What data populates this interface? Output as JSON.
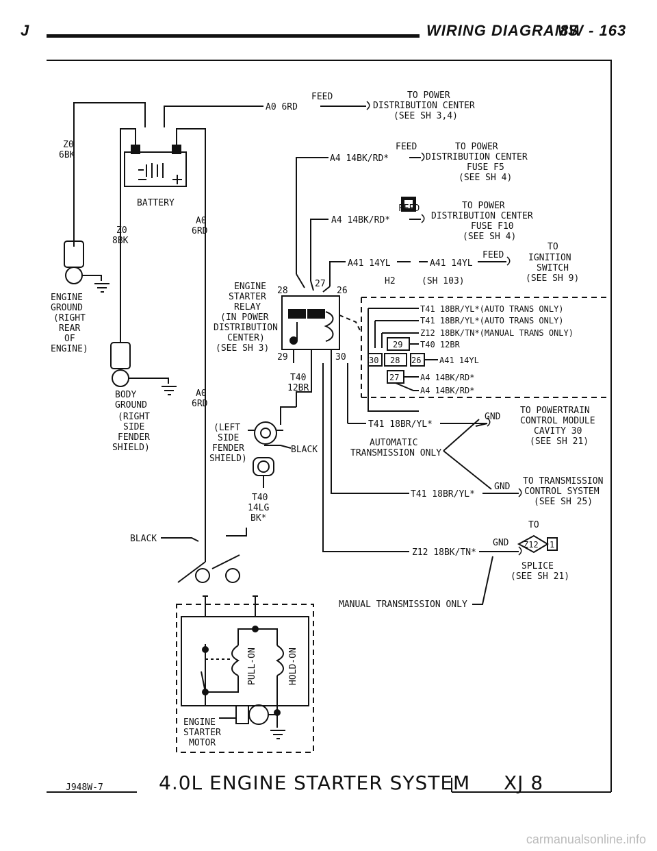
{
  "header": {
    "left_letter": "J",
    "section": "WIRING DIAGRAMS",
    "page": "8W - 163"
  },
  "labels": {
    "feed_a0": "FEED",
    "a0_6rd": "A0 6RD",
    "to_power_1": "TO POWER",
    "pdc_1": "DISTRIBUTION CENTER",
    "see_sh_34": "(SEE SH 3,4)",
    "z0_6bk_1": "Z0",
    "z0_6bk_2": "6BK",
    "battery": "BATTERY",
    "feed_f5": "FEED",
    "a4_f5": "A4 14BK/RD*",
    "to_power_2": "TO POWER",
    "pdc_2": "DISTRIBUTION CENTER",
    "fuse_f5": "FUSE F5",
    "see_sh_4a": "(SEE SH 4)",
    "a0_6rd_v1": "A0",
    "a0_6rd_v2": "6RD",
    "z0_8bk_1": "Z0",
    "z0_8bk_2": "8BK",
    "feed_f10": "FEED",
    "a4_f10": "A4 14BK/RD*",
    "to_power_3": "TO POWER",
    "pdc_3": "DISTRIBUTION CENTER",
    "fuse_f10": "FUSE F10",
    "see_sh_4b": "(SEE SH 4)",
    "to_ign": "TO",
    "feed_ign": "FEED",
    "ignition": "IGNITION",
    "a41_left": "A41 14YL",
    "a41_right": "A41 14YL",
    "switch": "SWITCH",
    "see_sh_9": "(SEE SH 9)",
    "h2": "H2",
    "sh_103": "(SH 103)",
    "engine_ground_1": "ENGINE",
    "engine_ground_2": "GROUND",
    "engine_ground_3": "(RIGHT",
    "engine_ground_4": "REAR",
    "engine_ground_5": "OF",
    "engine_ground_6": "ENGINE)",
    "relay_1": "ENGINE",
    "relay_2": "STARTER",
    "relay_3": "RELAY",
    "relay_4": "(IN POWER",
    "relay_5": "DISTRIBUTION",
    "relay_6": "CENTER)",
    "relay_7": "(SEE SH 3)",
    "pin_28": "28",
    "pin_27": "27",
    "pin_26": "26",
    "pin_29": "29",
    "pin_30": "30",
    "t41_auto_1": "T41 18BR/YL*(AUTO TRANS ONLY)",
    "t41_auto_2": "T41 18BR/YL*(AUTO TRANS ONLY)",
    "z12_manual": "Z12 18BK/TN*(MANUAL TRANS ONLY)",
    "c29": "29",
    "t40_12br": "T40 12BR",
    "c30": "30",
    "c28": "28",
    "c26": "26",
    "a41_14yl": "A41 14YL",
    "c27": "27",
    "a4_14bkrd_1": "A4 14BK/RD*",
    "a4_14bkrd_2": "A4 14BK/RD*",
    "body_ground_1": "BODY",
    "body_ground_2": "GROUND",
    "body_ground_3": "(RIGHT",
    "body_ground_4": "SIDE",
    "body_ground_5": "FENDER",
    "body_ground_6": "SHIELD)",
    "a0_6rd_v3": "A0",
    "a0_6rd_v4": "6RD",
    "t40_1": "T40",
    "t40_2": "12BR",
    "left_fender_1": "(LEFT",
    "left_fender_2": "SIDE",
    "left_fender_3": "FENDER",
    "left_fender_4": "SHIELD)",
    "black_1": "BLACK",
    "to_pcm": "TO POWERTRAIN",
    "gnd_pcm": "GND",
    "pcm_2": "CONTROL MODULE",
    "pcm_3": "CAVITY 30",
    "pcm_4": "(SEE SH 21)",
    "t41_pcm": "T41 18BR/YL*",
    "automatic": "AUTOMATIC",
    "trans_only": "TRANSMISSION ONLY",
    "to_tcs": "TO TRANSMISSION",
    "gnd_tcs": "GND",
    "tcs_2": "CONTROL SYSTEM",
    "tcs_3": "(SEE SH 25)",
    "t41_tcs": "T41 18BR/YL*",
    "t40_14lg_1": "T40",
    "t40_14lg_2": "14LG",
    "t40_14lg_3": "BK*",
    "to_splice": "TO",
    "gnd_splice": "GND",
    "z12_badge": "Z12",
    "z12_1": "1",
    "splice_1": "SPLICE",
    "splice_2": "(SEE SH 21)",
    "z12_18bktn": "Z12 18BK/TN*",
    "black_2": "BLACK",
    "manual_only": "MANUAL TRANSMISSION ONLY",
    "pull_on": "PULL-ON",
    "hold_on": "HOLD-ON",
    "motor_1": "ENGINE",
    "motor_2": "STARTER",
    "motor_3": "MOTOR"
  },
  "footer": {
    "figure_code": "J948W-7",
    "title": "4.0L ENGINE STARTER SYSTEM",
    "model": "XJ 8"
  },
  "watermark": "carmanualsonline.info"
}
